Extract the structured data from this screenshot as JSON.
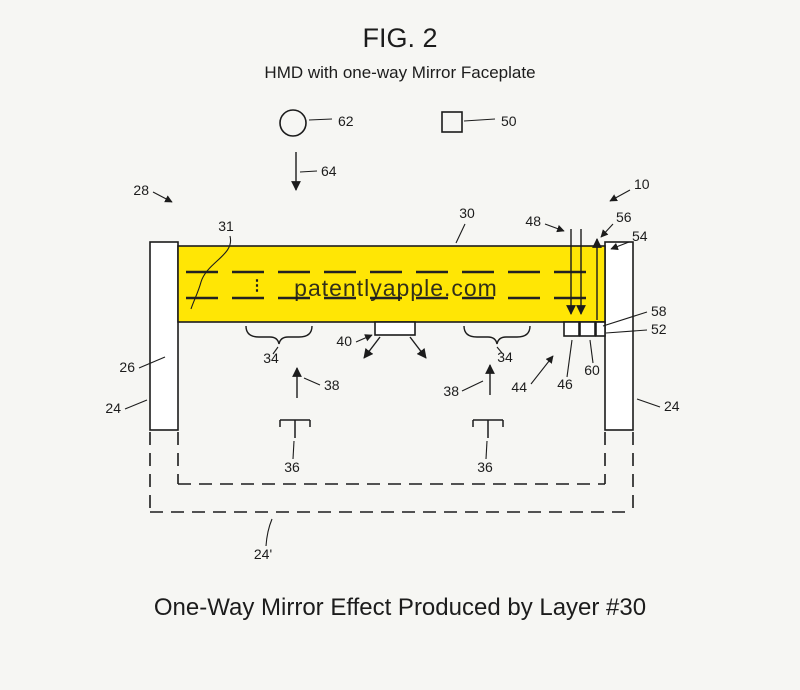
{
  "figure": {
    "title": "FIG. 2",
    "subtitle": "HMD with one-way Mirror Faceplate",
    "caption": "One-Way Mirror Effect Produced by Layer #30",
    "watermark": "patentlyapple.com",
    "ellipsis": "⋮"
  },
  "colors": {
    "background": "#f6f6f3",
    "faceplate_yellow": "#ffe605",
    "line": "#1c1c1c",
    "watermark_gray": "#e4e4da"
  },
  "refs": {
    "light_source": "62",
    "sensor": "50",
    "incident_light": "64",
    "frame_top": "28",
    "device": "10",
    "faceplate": "31",
    "mirror_layer": "30",
    "ray_48": "48",
    "ray_56": "56",
    "ray_54": "54",
    "detector_58": "58",
    "detector_52": "52",
    "brace_left": "34",
    "brace_right": "34",
    "module_40": "40",
    "frame_side": "26",
    "side_left": "24",
    "side_right": "24",
    "emission_left": "38",
    "emission_right": "38",
    "gap_44": "44",
    "comp_46": "46",
    "comp_60": "60",
    "support_left": "36",
    "support_right": "36",
    "extension": "24'"
  }
}
